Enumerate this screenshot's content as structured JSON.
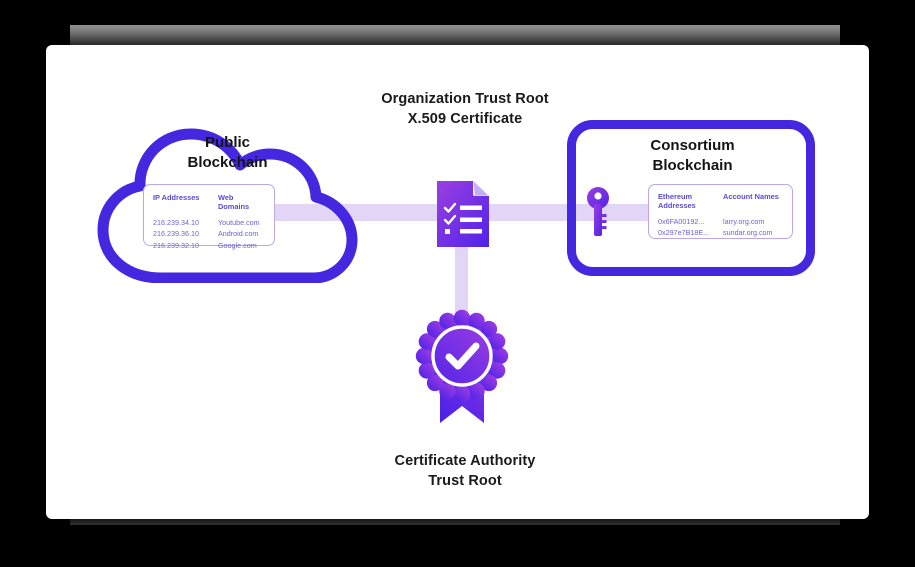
{
  "diagram": {
    "center_label": "Organization Trust Root\nX.509 Certificate",
    "center_label_line1": "Organization Trust Root",
    "center_label_line2": "X.509 Certificate",
    "bottom_label_line1": "Certificate Authority",
    "bottom_label_line2": "Trust Root"
  },
  "colors": {
    "blockchain_stroke": "#4527e0",
    "connector": "#e3d5f6",
    "icon_gradient_start": "#9b3fe0",
    "icon_gradient_end": "#4f23e8",
    "data_border": "#b9a9e8",
    "data_header_text": "#5a4bd6",
    "data_cell_text": "#6f62d8",
    "card_background": "#ffffff",
    "page_background": "#000000",
    "band_background": "#9a9a9a",
    "title_text": "#141414"
  },
  "public_blockchain": {
    "title_line1": "Public",
    "title_line2": "Blockchain",
    "shape": "cloud",
    "table": {
      "headers": [
        "IP Addresses",
        "Web Domains"
      ],
      "rows": [
        [
          "216.239.34.10",
          "Youtube.com"
        ],
        [
          "216.239.36.10",
          "Android.com"
        ],
        [
          "216.239.32.10",
          "Google.com"
        ]
      ]
    }
  },
  "consortium_blockchain": {
    "title_line1": "Consortium",
    "title_line2": "Blockchain",
    "shape": "rounded-rectangle",
    "key_icon": "key-icon",
    "table": {
      "headers": [
        "Ethereum Addresses",
        "Account Names"
      ],
      "header_line1": "Ethereum",
      "header_line2": "Addresses",
      "header2": "Account Names",
      "rows": [
        [
          "0x6FA00192...",
          "larry.org.com"
        ],
        [
          "0x297e7B18E...",
          "sundar.org.com"
        ]
      ]
    }
  },
  "icons": {
    "certificate_document": "certificate-document-icon",
    "award_badge": "award-badge-icon",
    "key": "key-icon"
  }
}
